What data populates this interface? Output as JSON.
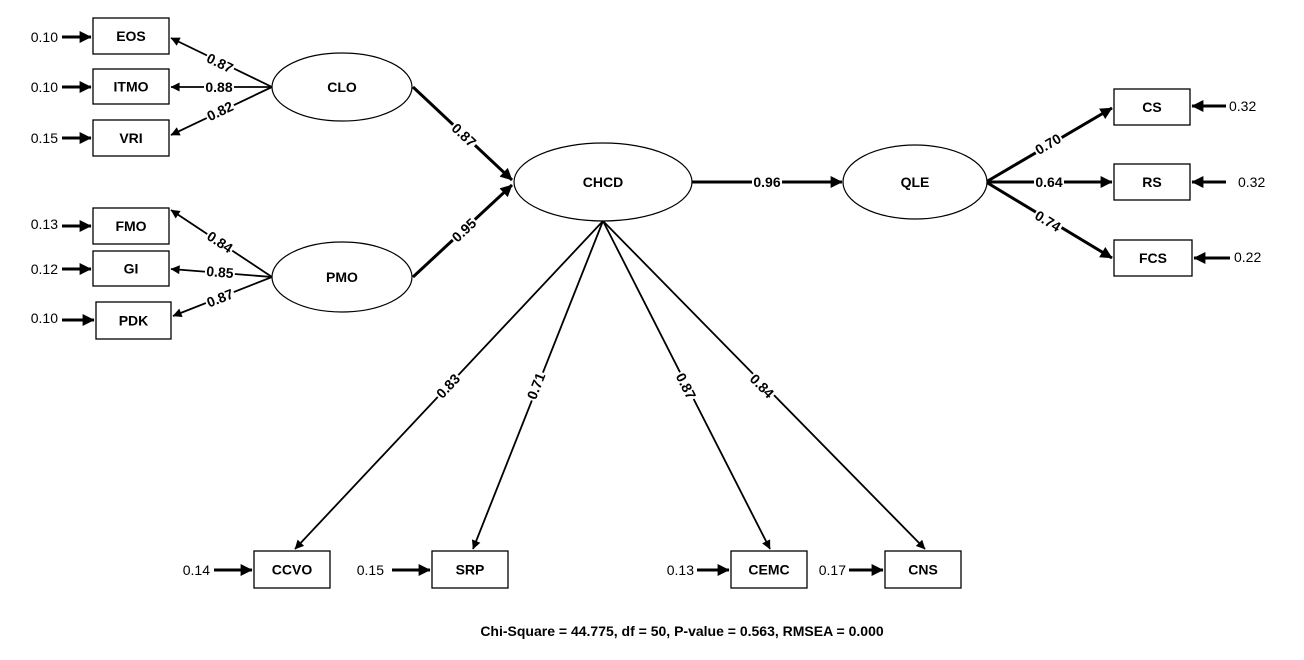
{
  "latent": [
    {
      "id": "CLO",
      "label": "CLO"
    },
    {
      "id": "PMO",
      "label": "PMO"
    },
    {
      "id": "CHCD",
      "label": "CHCD"
    },
    {
      "id": "QLE",
      "label": "QLE"
    }
  ],
  "observed": [
    {
      "id": "EOS",
      "label": "EOS",
      "error": "0.10"
    },
    {
      "id": "ITMO",
      "label": "ITMO",
      "error": "0.10"
    },
    {
      "id": "VRI",
      "label": "VRI",
      "error": "0.15"
    },
    {
      "id": "FMO",
      "label": "FMO",
      "error": "0.13"
    },
    {
      "id": "GI",
      "label": "GI",
      "error": "0.12"
    },
    {
      "id": "PDK",
      "label": "PDK",
      "error": "0.10"
    },
    {
      "id": "CS",
      "label": "CS",
      "error": "0.32"
    },
    {
      "id": "RS",
      "label": "RS",
      "error": "0.32"
    },
    {
      "id": "FCS",
      "label": "FCS",
      "error": "0.22"
    },
    {
      "id": "CCVO",
      "label": "CCVO",
      "error": "0.14"
    },
    {
      "id": "SRP",
      "label": "SRP",
      "error": "0.15"
    },
    {
      "id": "CEMC",
      "label": "CEMC",
      "error": "0.13"
    },
    {
      "id": "CNS",
      "label": "CNS",
      "error": "0.17"
    }
  ],
  "paths": [
    {
      "from": "CLO",
      "to": "EOS",
      "coef": "0.87"
    },
    {
      "from": "CLO",
      "to": "ITMO",
      "coef": "0.88"
    },
    {
      "from": "CLO",
      "to": "VRI",
      "coef": "0.82"
    },
    {
      "from": "PMO",
      "to": "FMO",
      "coef": "0.84"
    },
    {
      "from": "PMO",
      "to": "GI",
      "coef": "0.85"
    },
    {
      "from": "PMO",
      "to": "PDK",
      "coef": "0.87"
    },
    {
      "from": "CLO",
      "to": "CHCD",
      "coef": "0.87"
    },
    {
      "from": "PMO",
      "to": "CHCD",
      "coef": "0.95"
    },
    {
      "from": "CHCD",
      "to": "QLE",
      "coef": "0.96"
    },
    {
      "from": "QLE",
      "to": "CS",
      "coef": "0.70"
    },
    {
      "from": "QLE",
      "to": "RS",
      "coef": "0.64"
    },
    {
      "from": "QLE",
      "to": "FCS",
      "coef": "0.74"
    },
    {
      "from": "CHCD",
      "to": "CCVO",
      "coef": "0.83"
    },
    {
      "from": "CHCD",
      "to": "SRP",
      "coef": "0.71"
    },
    {
      "from": "CHCD",
      "to": "CEMC",
      "coef": "0.87"
    },
    {
      "from": "CHCD",
      "to": "CNS",
      "coef": "0.84"
    }
  ],
  "fit_text": "Chi-Square = 44.775, df = 50, P-value = 0.563, RMSEA = 0.000"
}
